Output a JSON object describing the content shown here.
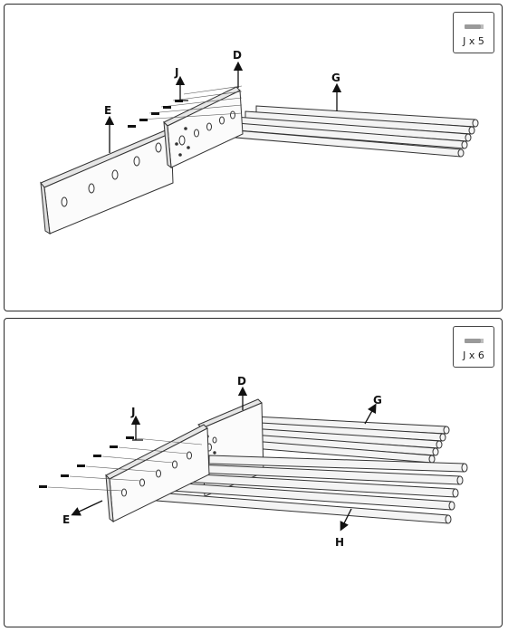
{
  "steps": [
    {
      "hardware": {
        "icon": "screw-icon",
        "count_label": "J x 5"
      },
      "labels": {
        "E": "E",
        "J": "J",
        "D": "D",
        "G": "G"
      }
    },
    {
      "hardware": {
        "icon": "screw-icon",
        "count_label": "J x 6"
      },
      "labels": {
        "E": "E",
        "J": "J",
        "D": "D",
        "G": "G",
        "H": "H"
      }
    }
  ]
}
